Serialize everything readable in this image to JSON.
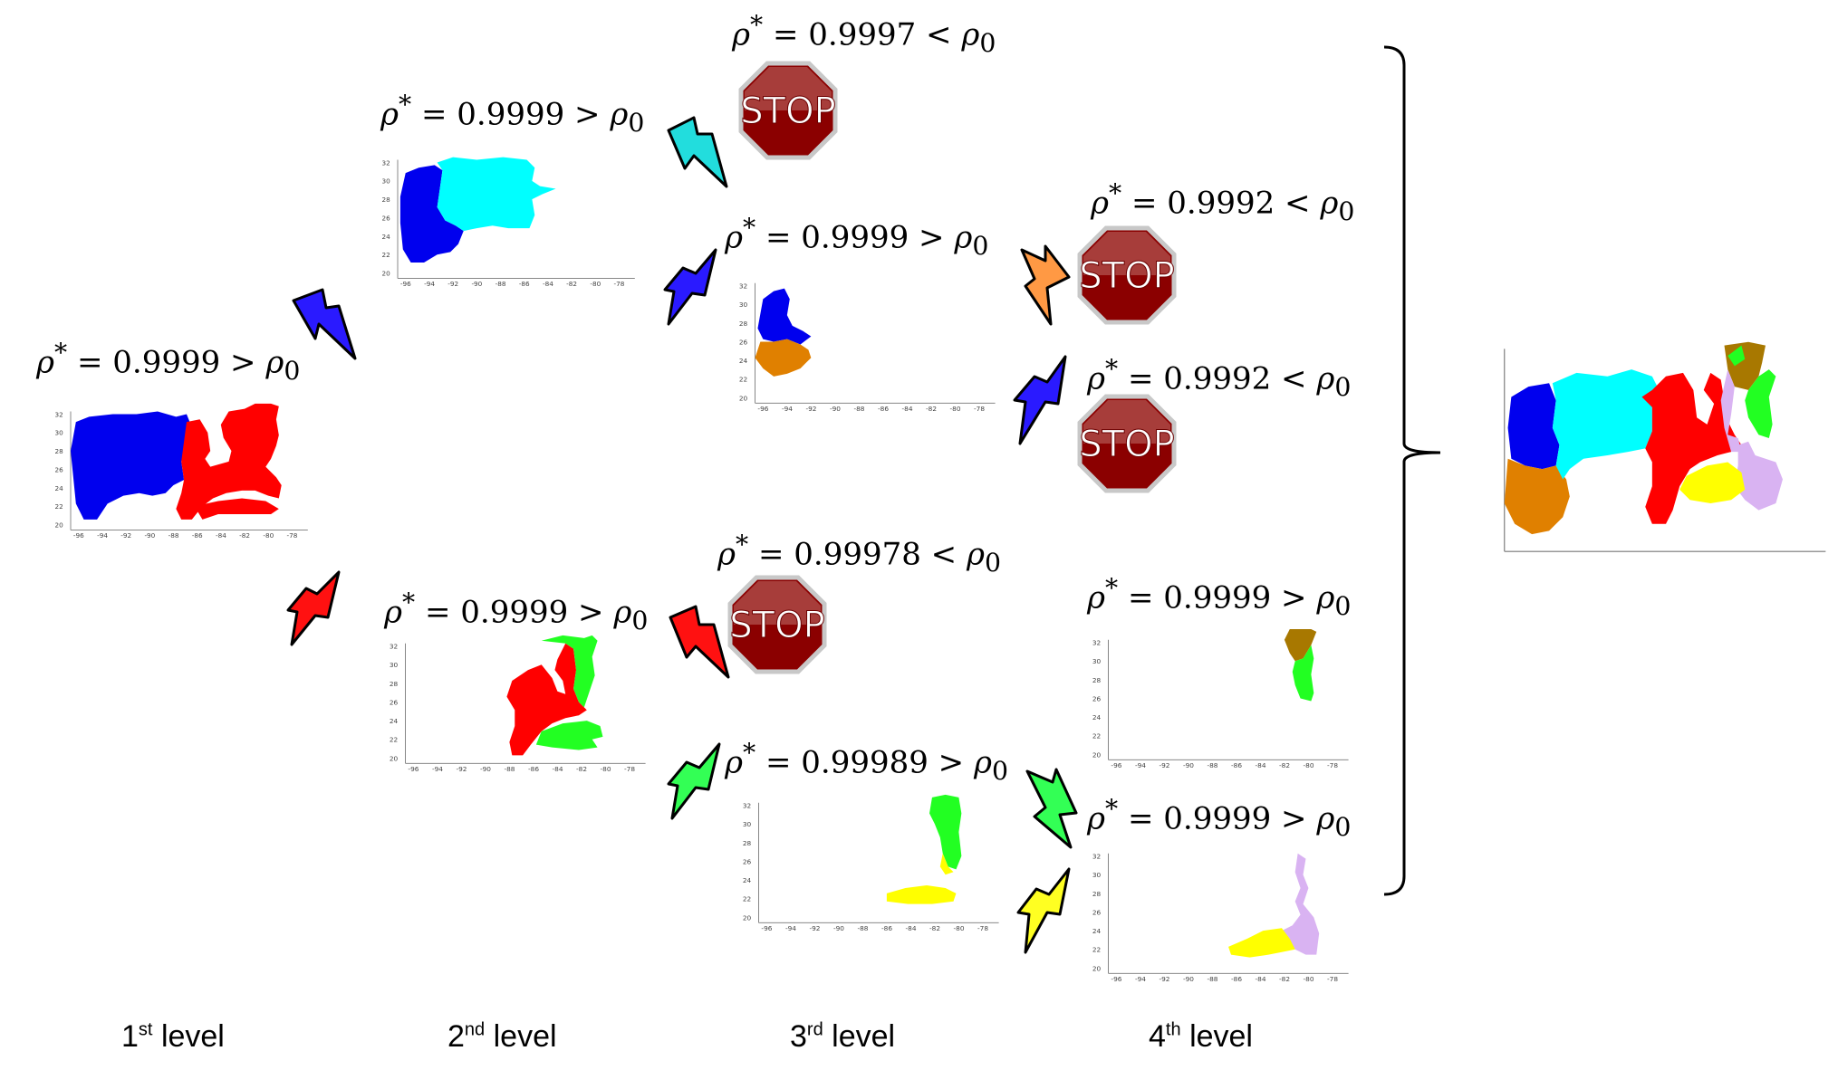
{
  "colors": {
    "blue": "#0000ee",
    "cyan": "#00ffff",
    "red": "#ff0000",
    "green": "#22ff22",
    "orange": "#e08000",
    "yellow": "#ffff00",
    "brown": "#a87800",
    "lavender": "#d9b3f2",
    "stop_red": "#8b0000"
  },
  "formulas": {
    "l1": {
      "rho": "ρ",
      "star": "*",
      "value": "= 0.9999 >",
      "rho0": "ρ",
      "sub": "0"
    },
    "l2_top": {
      "rho": "ρ",
      "star": "*",
      "value": "= 0.9999 >",
      "rho0": "ρ",
      "sub": "0"
    },
    "l2_bottom": {
      "rho": "ρ",
      "star": "*",
      "value": "= 0.9999 >",
      "rho0": "ρ",
      "sub": "0"
    },
    "l3_stop1": {
      "rho": "ρ",
      "star": "*",
      "value": "= 0.9997 <",
      "rho0": "ρ",
      "sub": "0"
    },
    "l3_a": {
      "rho": "ρ",
      "star": "*",
      "value": "= 0.9999 >",
      "rho0": "ρ",
      "sub": "0"
    },
    "l3_stop2": {
      "rho": "ρ",
      "star": "*",
      "value": "= 0.99978 <",
      "rho0": "ρ",
      "sub": "0"
    },
    "l3_b": {
      "rho": "ρ",
      "star": "*",
      "value": "= 0.99989 >",
      "rho0": "ρ",
      "sub": "0"
    },
    "l4_stop1": {
      "rho": "ρ",
      "star": "*",
      "value": "= 0.9992 <",
      "rho0": "ρ",
      "sub": "0"
    },
    "l4_stop2": {
      "rho": "ρ",
      "star": "*",
      "value": "= 0.9992 <",
      "rho0": "ρ",
      "sub": "0"
    },
    "l4_a": {
      "rho": "ρ",
      "star": "*",
      "value": "= 0.9999 >",
      "rho0": "ρ",
      "sub": "0"
    },
    "l4_b": {
      "rho": "ρ",
      "star": "*",
      "value": "= 0.9999 >",
      "rho0": "ρ",
      "sub": "0"
    }
  },
  "stop_label": "STOP",
  "levels": [
    {
      "num": "1",
      "suffix": "st",
      "word": "level"
    },
    {
      "num": "2",
      "suffix": "nd",
      "word": "level"
    },
    {
      "num": "3",
      "suffix": "rd",
      "word": "level"
    },
    {
      "num": "4",
      "suffix": "th",
      "word": "level"
    }
  ],
  "axis": {
    "x_ticks": [
      "-96",
      "-94",
      "-92",
      "-90",
      "-88",
      "-86",
      "-84",
      "-82",
      "-80",
      "-78"
    ],
    "y_ticks": [
      "32",
      "30",
      "28",
      "26",
      "24",
      "22",
      "20"
    ]
  }
}
